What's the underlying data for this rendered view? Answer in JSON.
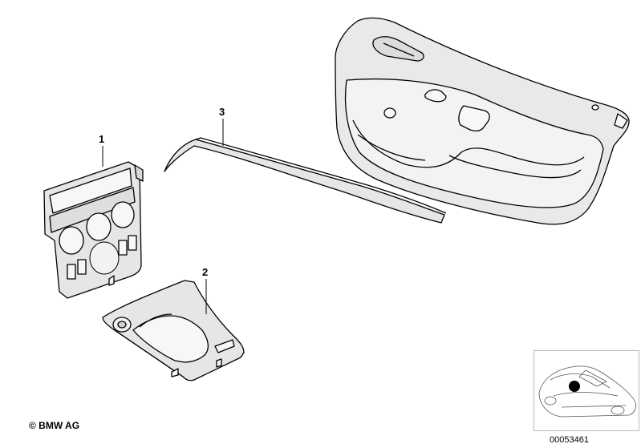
{
  "callouts": {
    "part1": "1",
    "part2": "2",
    "part3": "3"
  },
  "footer": {
    "copyright": "© BMW AG",
    "document_number": "00053461"
  },
  "colors": {
    "line": "#000000",
    "part_fill": "#e6e6e6",
    "thumb_frame": "#b8b8b8"
  }
}
